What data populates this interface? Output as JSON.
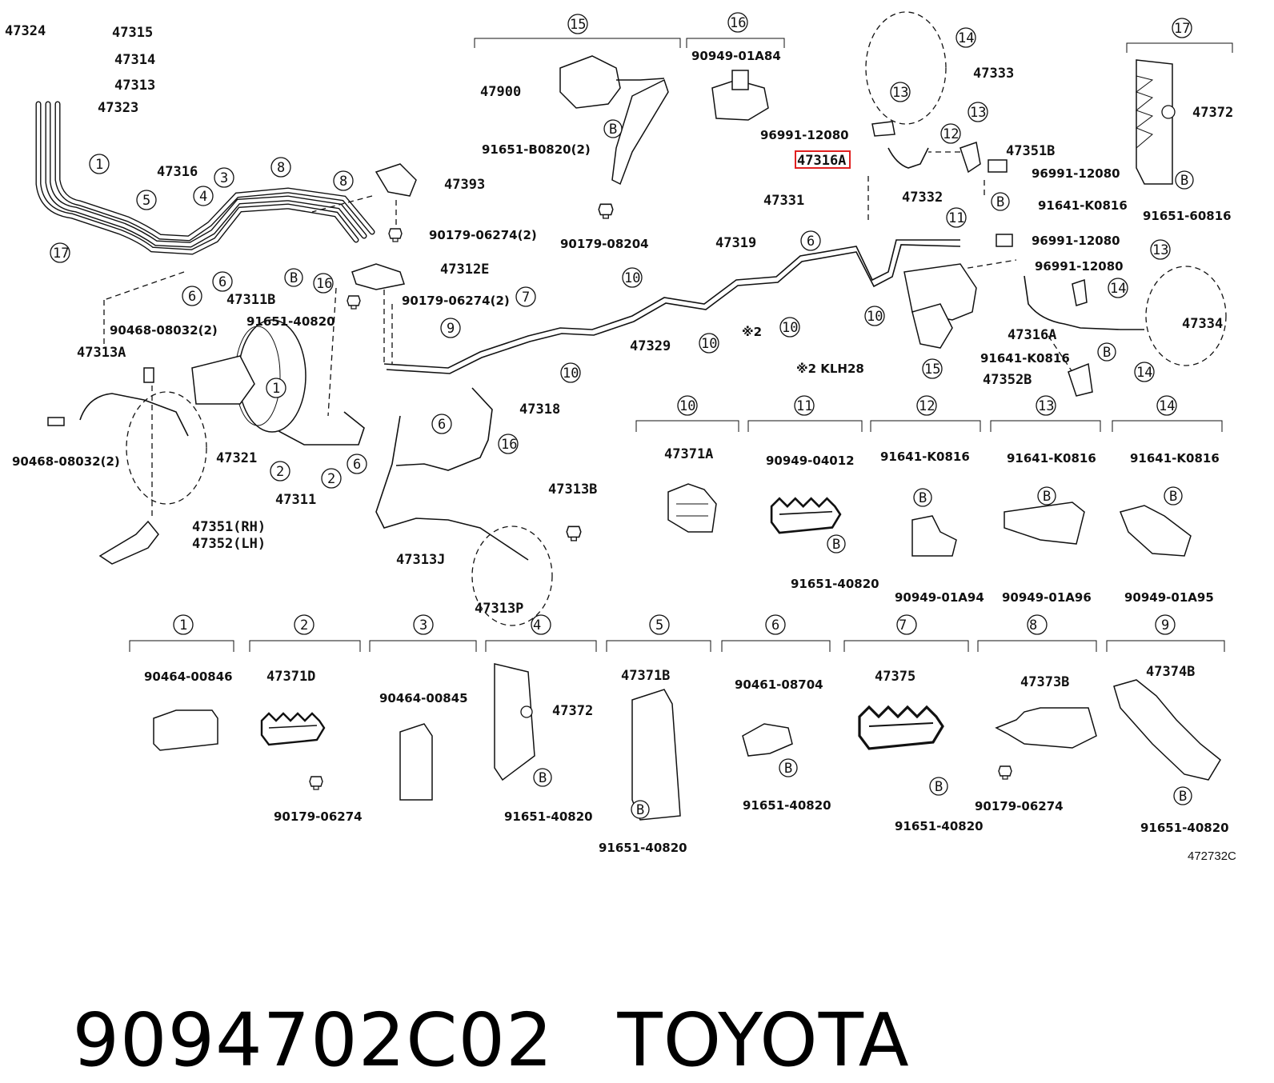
{
  "diagram": {
    "catalog_number": "472732C",
    "highlighted_part": "47316A",
    "note_marker": "※2",
    "note_text": "※2 KLH28",
    "part_labels": [
      "47324",
      "47315",
      "47314",
      "47313",
      "47323",
      "47316",
      "47393",
      "90179-06274(2)",
      "47312E",
      "90179-06274(2)",
      "47311B",
      "91651-40820",
      "90468-08032(2)",
      "47313A",
      "90468-08032(2)",
      "47321",
      "47311",
      "47351(RH)",
      "47352(LH)",
      "47318",
      "47313B",
      "47313J",
      "47313P",
      "47319",
      "47329",
      "47900",
      "91651-B0820(2)",
      "90179-08204",
      "90949-01A84",
      "96991-12080",
      "47331",
      "47332",
      "47333",
      "47351B",
      "96991-12080",
      "91641-K0816",
      "96991-12080",
      "96991-12080",
      "47316A",
      "91641-K0816",
      "47352B",
      "47334",
      "47372",
      "91651-60816"
    ],
    "callouts": [
      "1",
      "17",
      "5",
      "3",
      "4",
      "8",
      "8",
      "6",
      "6",
      "16",
      "7",
      "9",
      "10",
      "10",
      "10",
      "10",
      "10",
      "10",
      "6",
      "11",
      "10",
      "15",
      "12",
      "13",
      "13",
      "14",
      "14",
      "13",
      "14",
      "6",
      "6",
      "2",
      "2",
      "16",
      "1"
    ],
    "groups": [
      {
        "num": "1",
        "parts": [
          "90464-00846"
        ]
      },
      {
        "num": "2",
        "parts": [
          "47371D",
          "90179-06274"
        ]
      },
      {
        "num": "3",
        "parts": [
          "90464-00845"
        ]
      },
      {
        "num": "4",
        "parts": [
          "47372",
          "91651-40820"
        ]
      },
      {
        "num": "5",
        "parts": [
          "47371B",
          "91651-40820"
        ]
      },
      {
        "num": "6",
        "parts": [
          "90461-08704",
          "91651-40820"
        ]
      },
      {
        "num": "7",
        "parts": [
          "47375",
          "91651-40820"
        ]
      },
      {
        "num": "8",
        "parts": [
          "47373B",
          "90179-06274"
        ]
      },
      {
        "num": "9",
        "parts": [
          "47374B",
          "91651-40820"
        ]
      },
      {
        "num": "10",
        "parts": [
          "47371A"
        ]
      },
      {
        "num": "11",
        "parts": [
          "90949-04012",
          "91651-40820"
        ]
      },
      {
        "num": "12",
        "parts": [
          "91641-K0816",
          "90949-01A94"
        ]
      },
      {
        "num": "13",
        "parts": [
          "91641-K0816",
          "90949-01A96"
        ]
      },
      {
        "num": "14",
        "parts": [
          "91641-K0816",
          "90949-01A95"
        ]
      },
      {
        "num": "15",
        "parts": []
      },
      {
        "num": "16",
        "parts": []
      },
      {
        "num": "17",
        "parts": []
      }
    ],
    "bolt_marker": "B"
  },
  "caption": {
    "part_number": "9094702C02",
    "brand": "TOYOTA"
  }
}
